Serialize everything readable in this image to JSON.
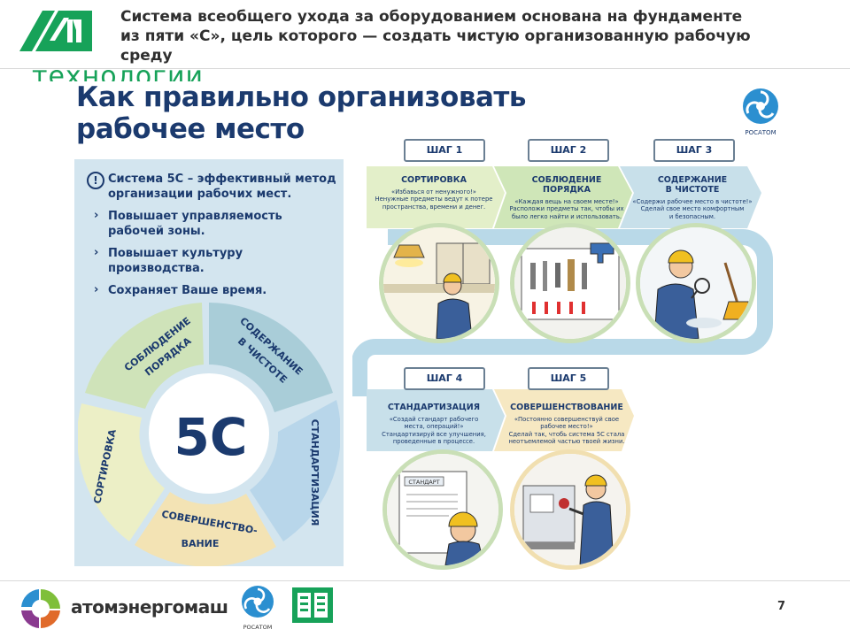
{
  "header": {
    "title_line1": "Система всеобщего ухода за оборудованием основана на фундаменте",
    "title_line2": "из пяти «С», цель которого — создать чистую организованную рабочую",
    "title_line3": "среду",
    "tech_text": "технологии"
  },
  "poster": {
    "title_line1": "Как правильно организовать",
    "title_line2": "рабочее место",
    "rosatom_label": "РОСАТОМ",
    "info": {
      "line1": "Система 5С – эффективный метод",
      "line2": "организации рабочих мест.",
      "b1_line1": "Повышает управляемость",
      "b1_line2": "рабочей зоны.",
      "b2_line1": "Повышает культуру",
      "b2_line2": "производства.",
      "b3": "Сохраняет Ваше время."
    },
    "wheel": {
      "center": "5С",
      "seg_order_1": "СОБЛЮДЕНИЕ",
      "seg_order_2": "ПОРЯДКА",
      "seg_clean_1": "СОДЕРЖАНИЕ",
      "seg_clean_2": "В ЧИСТОТЕ",
      "seg_standard": "СТАНДАРТИЗАЦИЯ",
      "seg_improve_1": "СОВЕРШЕНСТВО-",
      "seg_improve_2": "ВАНИЕ",
      "seg_sort": "СОРТИРОВКА"
    },
    "steps": [
      {
        "tab": "ШАГ 1",
        "title": "СОРТИРОВКА",
        "desc1": "«Избавься от ненужного!»",
        "desc2": "Ненужные предметы ведут к потере",
        "desc3": "пространства, времени и денег."
      },
      {
        "tab": "ШАГ 2",
        "title1": "СОБЛЮДЕНИЕ",
        "title2": "ПОРЯДКА",
        "desc1": "«Каждая вещь на своем месте!»",
        "desc2": "Расположи предметы так, чтобы их",
        "desc3": "было легко найти и использовать."
      },
      {
        "tab": "ШАГ 3",
        "title1": "СОДЕРЖАНИЕ",
        "title2": "В ЧИСТОТЕ",
        "desc1": "«Содержи рабочее место в чистоте!»",
        "desc2": "Сделай свое место комфортным",
        "desc3": "и безопасным."
      },
      {
        "tab": "ШАГ 4",
        "title": "СТАНДАРТИЗАЦИЯ",
        "desc1": "«Создай стандарт рабочего",
        "desc2": "места, операций!»",
        "desc3": "Стандартизируй все улучшения,",
        "desc4": "проведенные в процессе."
      },
      {
        "tab": "ШАГ 5",
        "title": "СОВЕРШЕНСТВОВАНИЕ",
        "desc1": "«Постоянно совершенствуй свое",
        "desc2": "рабочее место!»",
        "desc3": "Сделай так, чтобь система 5С стала",
        "desc4": "неотъемлемой частью твоей жизни."
      }
    ],
    "standard_board": "СТАНДАРТ"
  },
  "footer": {
    "brand": "атомэнергомаш",
    "rosatom_label": "РОСАТОМ",
    "page_number": "7"
  },
  "colors": {
    "navy": "#1b3a6e",
    "green": "#17a259",
    "light_blue": "#d3e5ef",
    "light_green": "#c9dfb6"
  }
}
